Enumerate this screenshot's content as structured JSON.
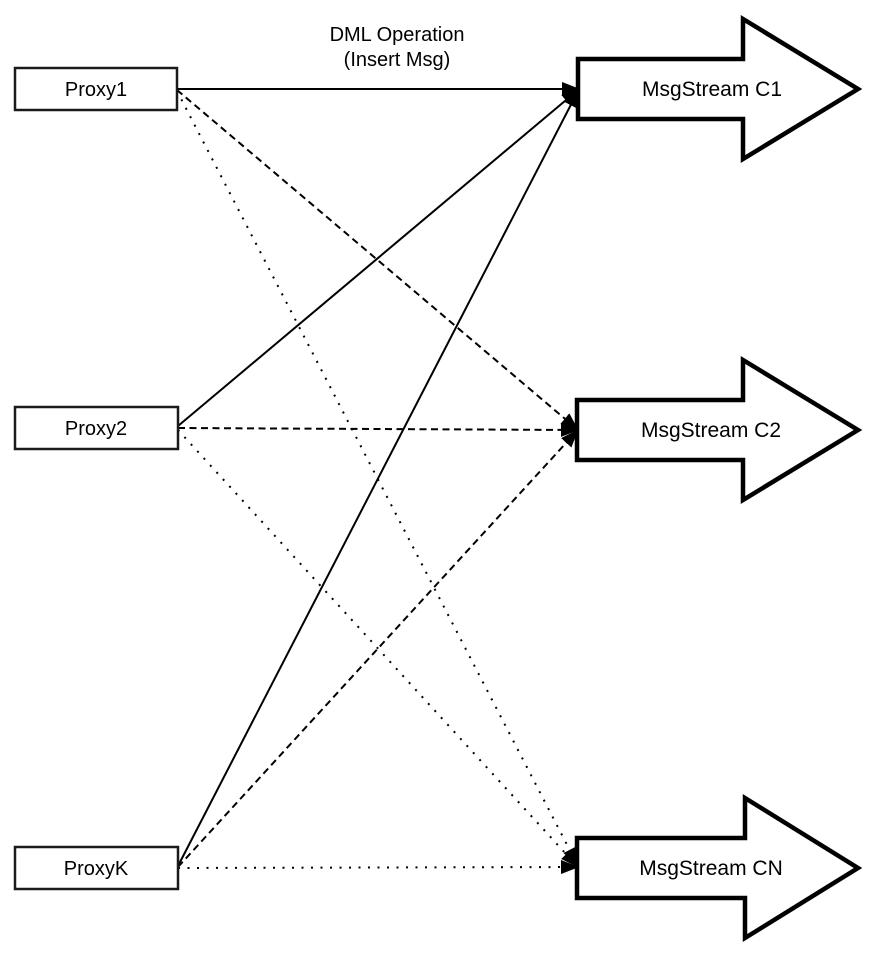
{
  "diagram": {
    "title": {
      "line1": "DML Operation",
      "line2": "(Insert Msg)"
    },
    "proxies": [
      {
        "id": "proxy1",
        "label": "Proxy1"
      },
      {
        "id": "proxy2",
        "label": "Proxy2"
      },
      {
        "id": "proxyk",
        "label": "ProxyK"
      }
    ],
    "streams": [
      {
        "id": "c1",
        "label": "MsgStream C1"
      },
      {
        "id": "c2",
        "label": "MsgStream C2"
      },
      {
        "id": "cn",
        "label": "MsgStream CN"
      }
    ],
    "edges": [
      {
        "from": "Proxy1",
        "to": "MsgStream C1",
        "style": "solid"
      },
      {
        "from": "Proxy1",
        "to": "MsgStream C2",
        "style": "dashed"
      },
      {
        "from": "Proxy1",
        "to": "MsgStream CN",
        "style": "dotted"
      },
      {
        "from": "Proxy2",
        "to": "MsgStream C1",
        "style": "solid"
      },
      {
        "from": "Proxy2",
        "to": "MsgStream C2",
        "style": "dashed"
      },
      {
        "from": "Proxy2",
        "to": "MsgStream CN",
        "style": "dotted"
      },
      {
        "from": "ProxyK",
        "to": "MsgStream C1",
        "style": "solid"
      },
      {
        "from": "ProxyK",
        "to": "MsgStream C2",
        "style": "dashed"
      },
      {
        "from": "ProxyK",
        "to": "MsgStream CN",
        "style": "dotted"
      }
    ],
    "colors": {
      "stroke": "#000000",
      "fill": "#ffffff",
      "background": "#ffffff"
    }
  }
}
